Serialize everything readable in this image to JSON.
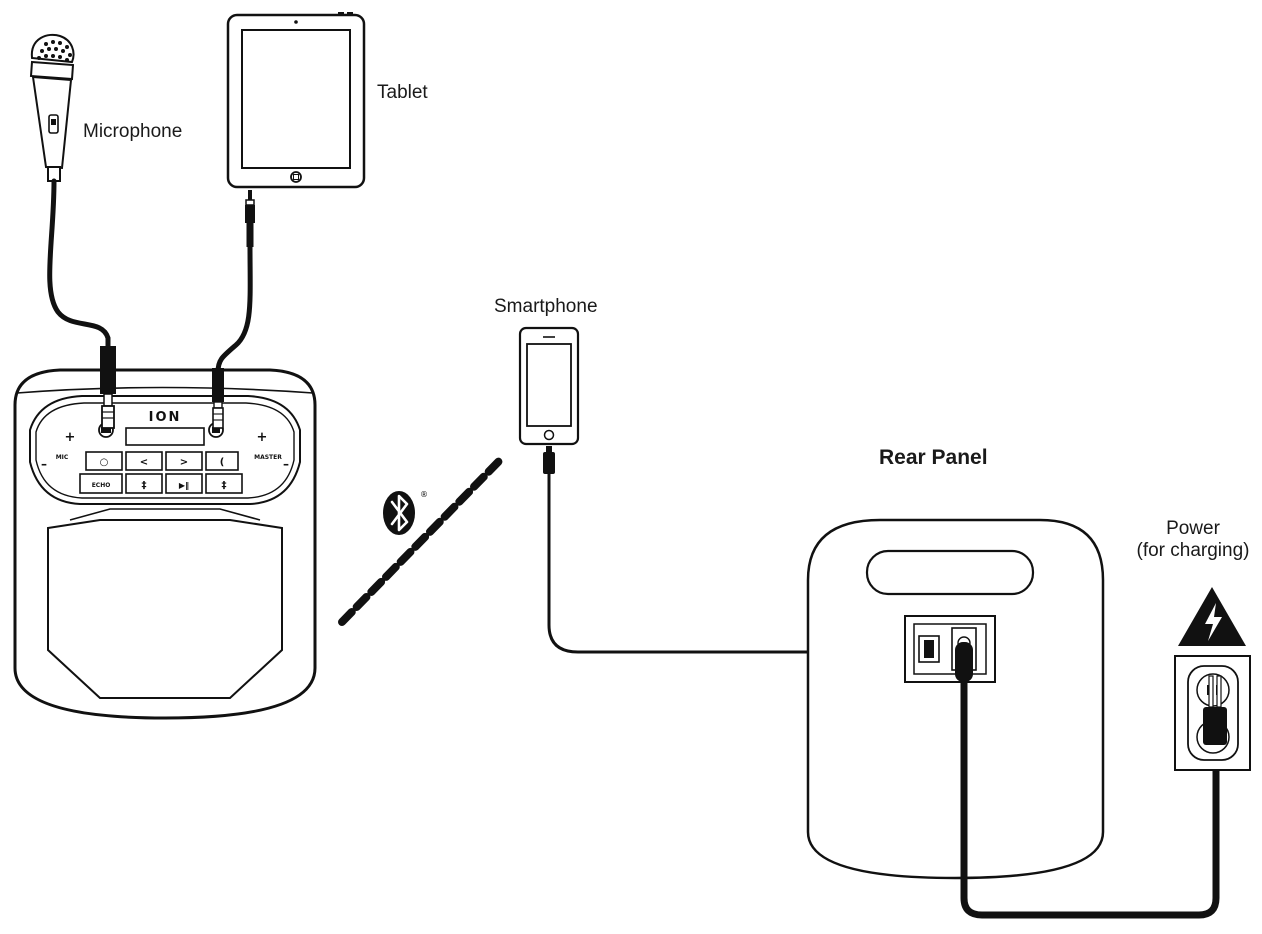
{
  "labels": {
    "microphone": "Microphone",
    "tablet": "Tablet",
    "smartphone": "Smartphone",
    "rear_panel": "Rear Panel",
    "power_line1": "Power",
    "power_line2": "(for charging)"
  },
  "speaker": {
    "brand": "ION",
    "buttons": {
      "vol_plus_left": "+",
      "vol_minus_left": "–",
      "vol_plus_right": "+",
      "vol_minus_right": "–",
      "mic_label": "MIC",
      "master_label": "MASTER",
      "mode": "○",
      "prev": "<",
      "next": ">",
      "echo": "ECHO",
      "mic_icon": "‡",
      "play": "▶‖",
      "bt": "‡"
    }
  },
  "bluetooth": {
    "registered_mark": "®",
    "icon": "bluetooth-icon"
  },
  "hazard": {
    "icon": "high-voltage-icon"
  },
  "colors": {
    "line": "#111111",
    "text": "#1a1a1a",
    "background": "#ffffff"
  }
}
